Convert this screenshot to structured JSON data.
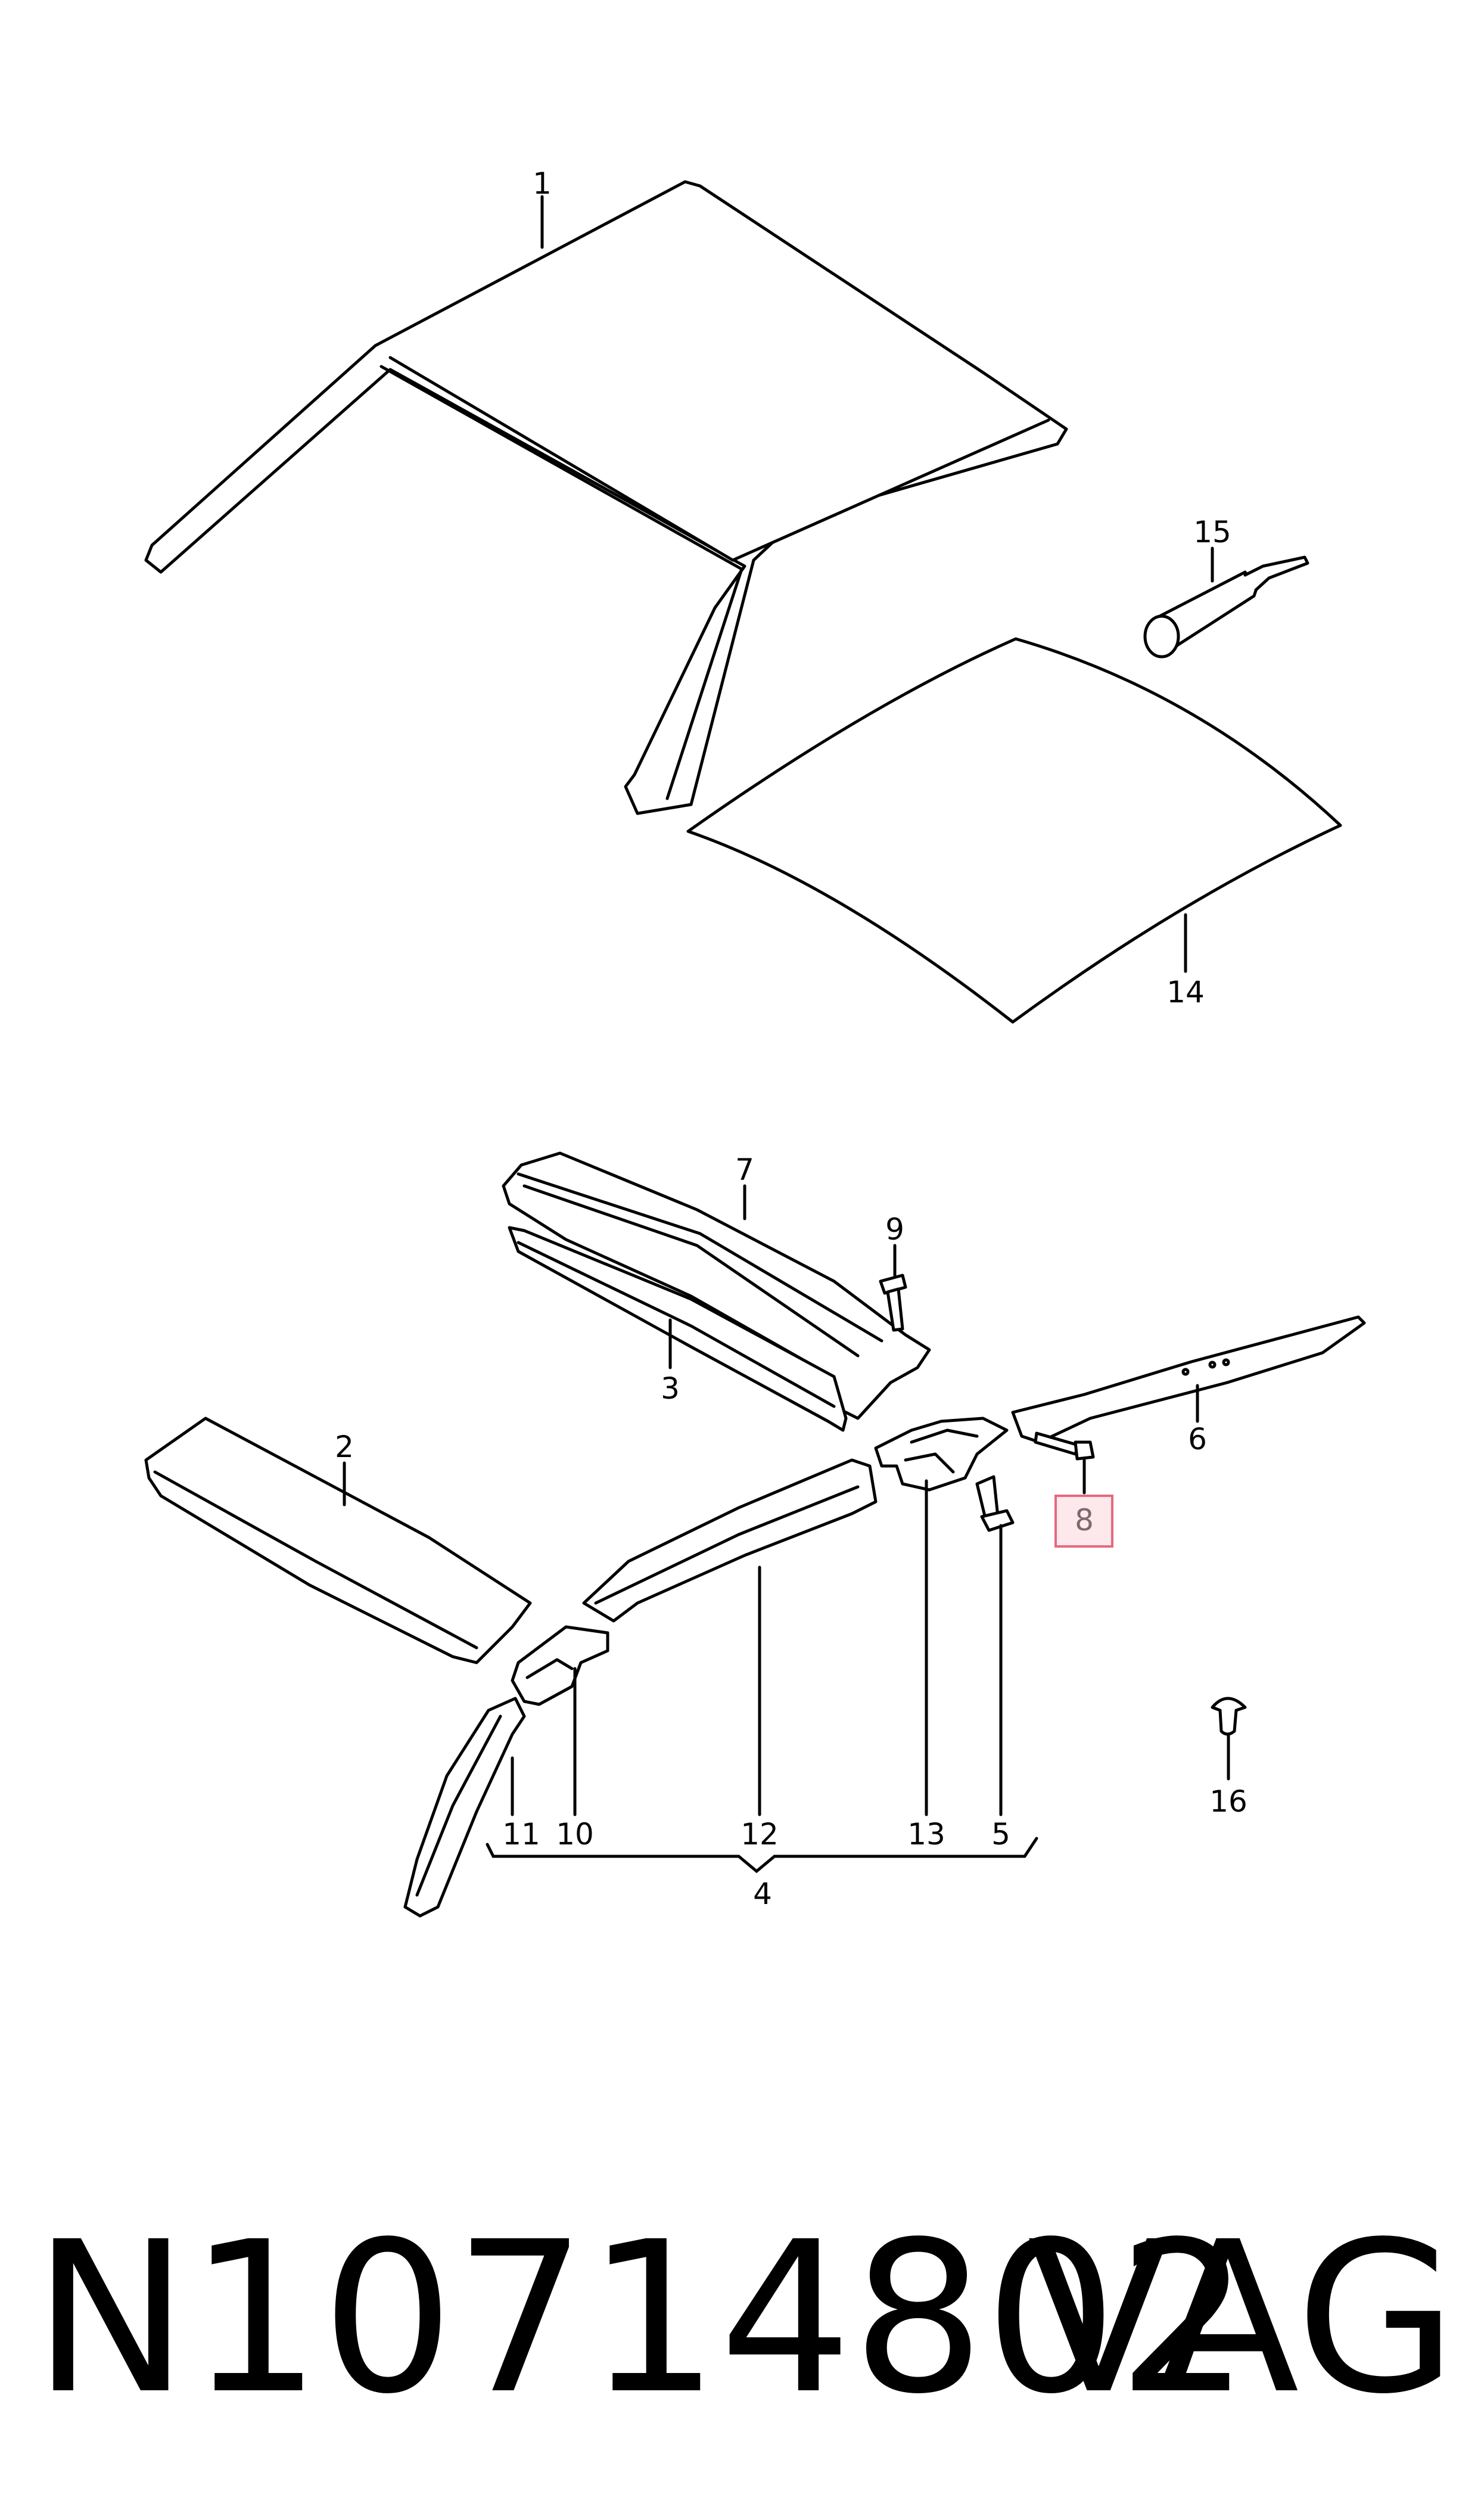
{
  "callouts": {
    "c1": "1",
    "c2": "2",
    "c3": "3",
    "c4": "4",
    "c5": "5",
    "c6": "6",
    "c7": "7",
    "c8": "8",
    "c9": "9",
    "c10": "10",
    "c11": "11",
    "c12": "12",
    "c13": "13",
    "c14": "14",
    "c15": "15",
    "c16": "16"
  },
  "highlighted_callout": "8",
  "footer": {
    "part_number": "N10714802",
    "brand": "VAG"
  },
  "colors": {
    "line": "#000000",
    "highlight_fill": "#fde8ec",
    "highlight_border": "#e46a7e"
  }
}
